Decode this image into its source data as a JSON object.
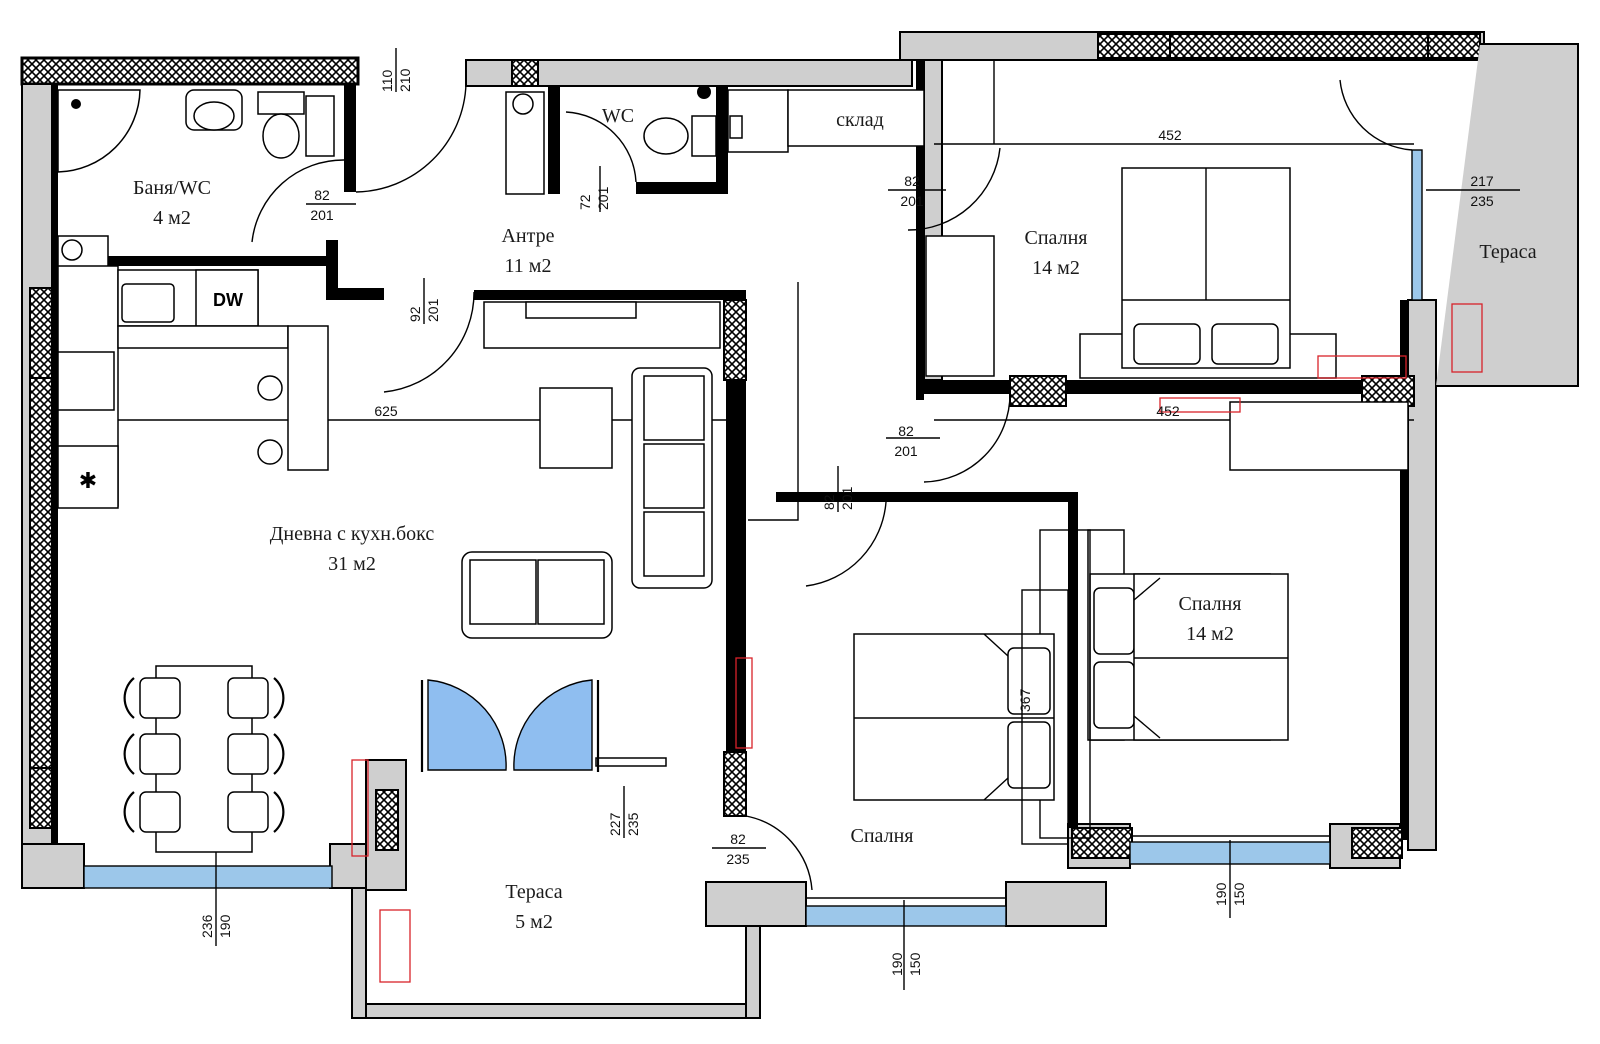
{
  "rooms": {
    "bath": {
      "name": "Баня/WC",
      "area": "4 м2"
    },
    "wc": {
      "name": "WC"
    },
    "hall": {
      "name": "Антре",
      "area": "11 м2"
    },
    "storage": {
      "name": "склад"
    },
    "bedroom_ne": {
      "name": "Спалня",
      "area": "14 м2"
    },
    "terrace_e": {
      "name": "Тераса"
    },
    "living": {
      "name": "Дневна с кухн.бокс",
      "area": "31 м2"
    },
    "bedroom_se": {
      "name": "Спалня",
      "area": "14 м2"
    },
    "bedroom_s": {
      "name": "Спалня"
    },
    "terrace_s": {
      "name": "Тераса",
      "area": "5 м2"
    }
  },
  "appliance": {
    "dishwasher": "DW"
  },
  "dimensions": {
    "entry_door_a": "110",
    "entry_door_b": "210",
    "bath_door_a": "82",
    "bath_door_b": "201",
    "wc_door_a": "72",
    "wc_door_b": "201",
    "store_door_a": "82",
    "store_door_b": "201",
    "bed_ne_width": "452",
    "terrace_door_a": "217",
    "terrace_door_b": "235",
    "living_door_a": "92",
    "living_door_b": "201",
    "living_width": "625",
    "bed_se_width": "452",
    "bed_se_door_a": "82",
    "bed_se_door_b": "201",
    "bed_s_door_a": "82",
    "bed_s_door_b": "201",
    "bed_s_depth": "367",
    "ter_s_door_a": "227",
    "ter_s_door_b": "235",
    "ter_s_side_a": "82",
    "ter_s_side_b": "235",
    "win_living_a": "236",
    "win_living_b": "190",
    "win_bed_s_a": "190",
    "win_bed_s_b": "150",
    "win_bed_se_a": "190",
    "win_bed_se_b": "150"
  },
  "colors": {
    "glass": "#9cc7ea",
    "door_glass": "#8fbef0",
    "radiator": "#d8232a",
    "wall_fill": "#cfcfcf"
  }
}
